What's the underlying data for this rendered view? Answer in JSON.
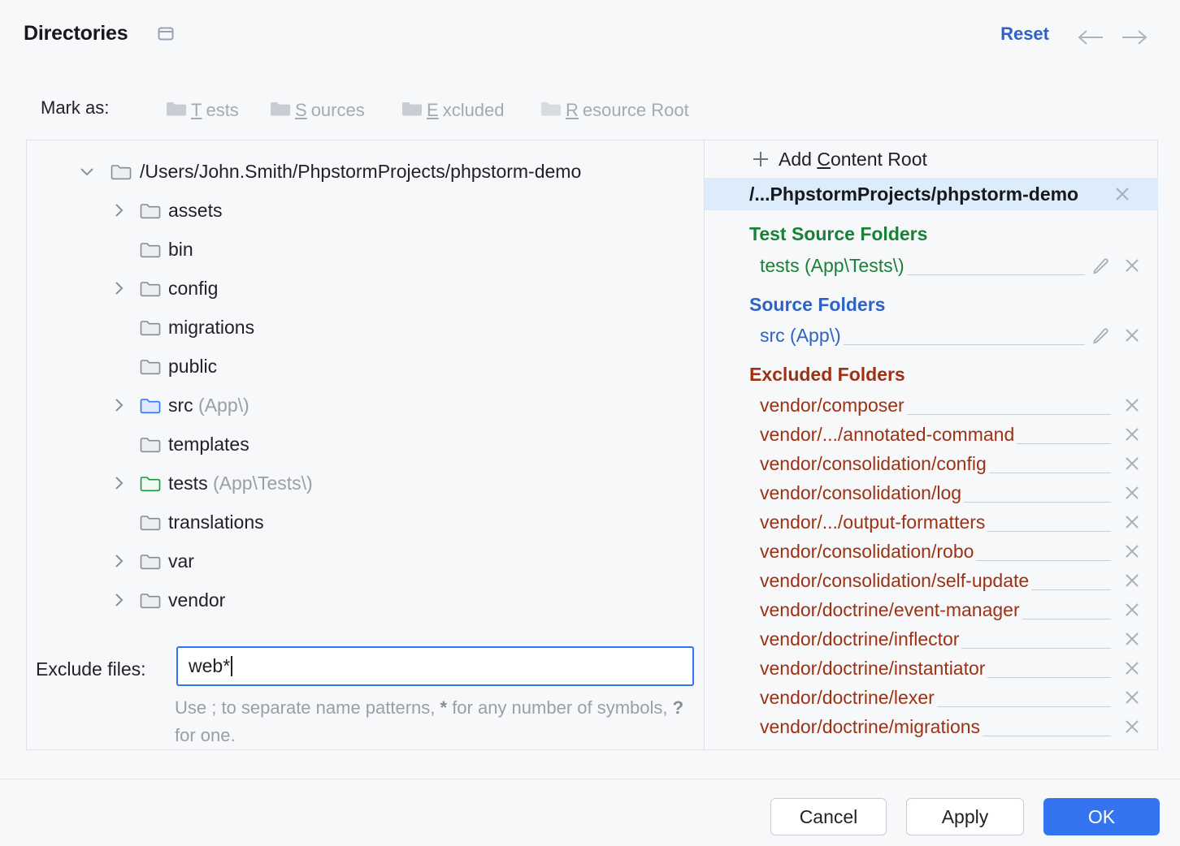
{
  "header": {
    "title": "Directories",
    "panel_icon": "panel-window-icon",
    "reset_label": "Reset",
    "back_icon": "arrow-left-icon",
    "forward_icon": "arrow-right-icon"
  },
  "mark_as": {
    "label": "Mark as:",
    "buttons": [
      {
        "mnemonic": "T",
        "rest": "ests",
        "name": "tests"
      },
      {
        "mnemonic": "S",
        "rest": "ources",
        "name": "sources"
      },
      {
        "mnemonic": "E",
        "rest": "xcluded",
        "name": "excluded"
      },
      {
        "mnemonic": "R",
        "rest": "esource Root",
        "name": "resource-root"
      }
    ]
  },
  "tree": [
    {
      "label": "/Users/John.Smith/PhpstormProjects/phpstorm-demo",
      "suffix": "",
      "depth": 0,
      "expanded": true,
      "has_children": true,
      "folder": "gray"
    },
    {
      "label": "assets",
      "suffix": "",
      "depth": 1,
      "expanded": false,
      "has_children": true,
      "folder": "gray"
    },
    {
      "label": "bin",
      "suffix": "",
      "depth": 1,
      "expanded": false,
      "has_children": false,
      "folder": "gray"
    },
    {
      "label": "config",
      "suffix": "",
      "depth": 1,
      "expanded": false,
      "has_children": true,
      "folder": "gray"
    },
    {
      "label": "migrations",
      "suffix": "",
      "depth": 1,
      "expanded": false,
      "has_children": false,
      "folder": "gray"
    },
    {
      "label": "public",
      "suffix": "",
      "depth": 1,
      "expanded": false,
      "has_children": false,
      "folder": "gray"
    },
    {
      "label": "src",
      "suffix": " (App\\)",
      "depth": 1,
      "expanded": false,
      "has_children": true,
      "folder": "blue"
    },
    {
      "label": "templates",
      "suffix": "",
      "depth": 1,
      "expanded": false,
      "has_children": false,
      "folder": "gray"
    },
    {
      "label": "tests",
      "suffix": " (App\\Tests\\)",
      "depth": 1,
      "expanded": false,
      "has_children": true,
      "folder": "green"
    },
    {
      "label": "translations",
      "suffix": "",
      "depth": 1,
      "expanded": false,
      "has_children": false,
      "folder": "gray"
    },
    {
      "label": "var",
      "suffix": "",
      "depth": 1,
      "expanded": false,
      "has_children": true,
      "folder": "gray"
    },
    {
      "label": "vendor",
      "suffix": "",
      "depth": 1,
      "expanded": false,
      "has_children": true,
      "folder": "gray"
    }
  ],
  "exclude_files": {
    "label": "Exclude files:",
    "value": "web*",
    "placeholder": "",
    "hint": "Use ; to separate name patterns, * for any number of symbols, ? for one."
  },
  "right_panel": {
    "add_content_root": {
      "prefix": "Add ",
      "mnemonic": "C",
      "rest": "ontent Root"
    },
    "content_root": "/...PhpstormProjects/phpstorm-demo",
    "groups": [
      {
        "heading": "Test Source Folders",
        "color": "#1a7f37",
        "kind": "test",
        "entries": [
          {
            "name": "tests (App\\Tests\\)",
            "has_pencil": true
          }
        ]
      },
      {
        "heading": "Source Folders",
        "color": "#2f62c7",
        "kind": "src",
        "entries": [
          {
            "name": "src (App\\)",
            "has_pencil": true
          }
        ]
      },
      {
        "heading": "Excluded Folders",
        "color": "#9c3113",
        "kind": "exc",
        "entries": [
          {
            "name": "vendor/composer",
            "has_pencil": false
          },
          {
            "name": "vendor/.../annotated-command",
            "has_pencil": false
          },
          {
            "name": "vendor/consolidation/config",
            "has_pencil": false
          },
          {
            "name": "vendor/consolidation/log",
            "has_pencil": false
          },
          {
            "name": "vendor/.../output-formatters",
            "has_pencil": false
          },
          {
            "name": "vendor/consolidation/robo",
            "has_pencil": false
          },
          {
            "name": "vendor/consolidation/self-update",
            "has_pencil": false
          },
          {
            "name": "vendor/doctrine/event-manager",
            "has_pencil": false
          },
          {
            "name": "vendor/doctrine/inflector",
            "has_pencil": false
          },
          {
            "name": "vendor/doctrine/instantiator",
            "has_pencil": false
          },
          {
            "name": "vendor/doctrine/lexer",
            "has_pencil": false
          },
          {
            "name": "vendor/doctrine/migrations",
            "has_pencil": false
          }
        ]
      }
    ]
  },
  "footer": {
    "cancel": "Cancel",
    "apply": "Apply",
    "ok": "OK"
  },
  "colors": {
    "accent": "#3574f0",
    "link": "#2f62c7",
    "test_green": "#1a7f37",
    "excluded_red": "#9c3113",
    "selection": "#dcecfb",
    "background": "#f7f8fa"
  }
}
